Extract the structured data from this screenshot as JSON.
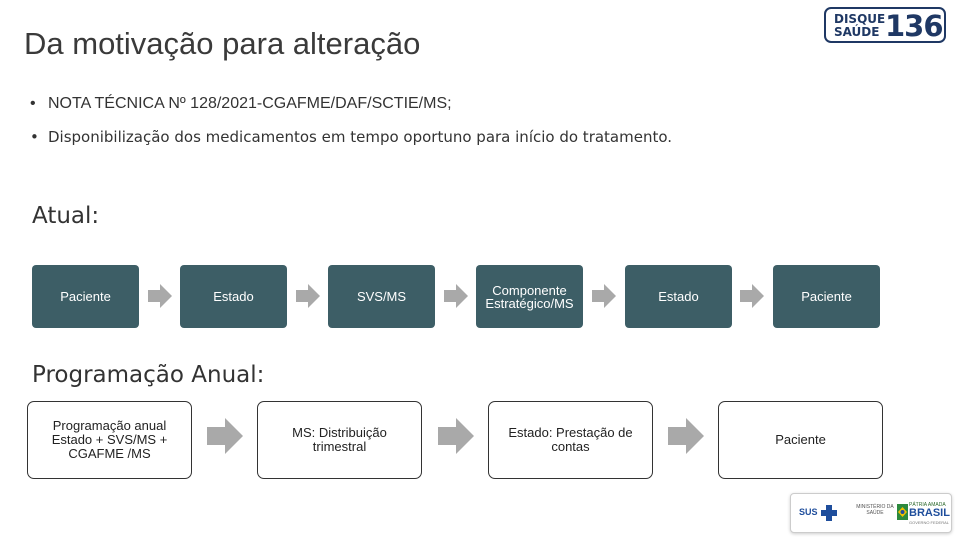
{
  "title": "Da motivação para alteração",
  "logo_disque": {
    "line1": "DISQUE",
    "line2": "SAÚDE",
    "number": "136",
    "color": "#1f3864"
  },
  "bullets": [
    "NOTA TÉCNICA Nº 128/2021-CGAFME/DAF/SCTIE/MS;",
    "Disponibilização dos medicamentos em tempo oportuno para início do tratamento."
  ],
  "bullet_symbol": "•",
  "sections": {
    "atual": "Atual:",
    "programacao": "Programação Anual:"
  },
  "atual_flow": [
    "Paciente",
    "Estado",
    "SVS/MS",
    "Componente Estratégico/MS",
    "Estado",
    "Paciente"
  ],
  "programacao_flow": [
    "Programação anual Estado + SVS/MS + CGAFME /MS",
    "MS: Distribuição trimestral",
    "Estado: Prestação de contas",
    "Paciente"
  ],
  "footer_logo": {
    "sus": "SUS",
    "ministerio": "MINISTÉRIO DA SAÚDE",
    "patria": "PÁTRIA AMADA",
    "brasil": "BRASIL",
    "governo": "GOVERNO FEDERAL"
  },
  "colors": {
    "flow_box": "#3d5e66",
    "arrow": "#a9a9a9",
    "text": "#333333"
  },
  "icons": {
    "flow_arrow": "right-arrow-icon",
    "sus_cross": "plus-cross-icon",
    "flag": "brazil-flag-icon"
  }
}
